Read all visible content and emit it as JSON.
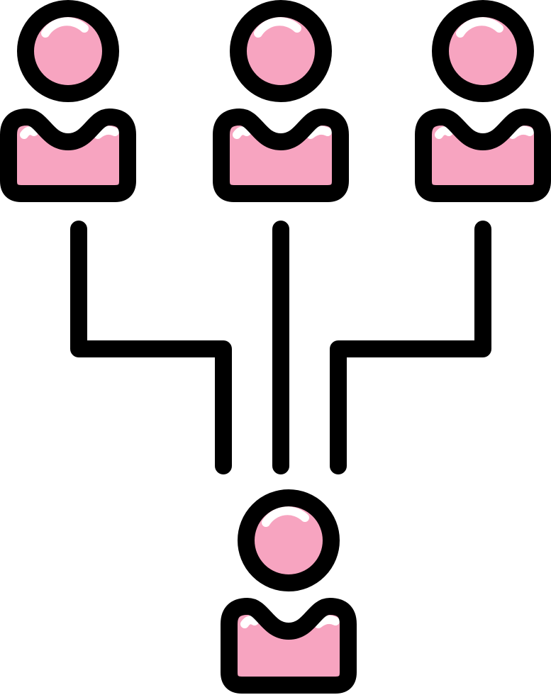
{
  "icon": {
    "name": "team-hierarchy-icon",
    "colors": {
      "outline": "#000000",
      "fill": "#f7a4c0",
      "highlight": "#ffffff",
      "background": "#ffffff"
    },
    "people": [
      {
        "role": "top-left-person"
      },
      {
        "role": "top-center-person"
      },
      {
        "role": "top-right-person"
      },
      {
        "role": "bottom-center-person"
      }
    ],
    "connectors": [
      "left-connector",
      "center-connector",
      "right-connector"
    ]
  }
}
